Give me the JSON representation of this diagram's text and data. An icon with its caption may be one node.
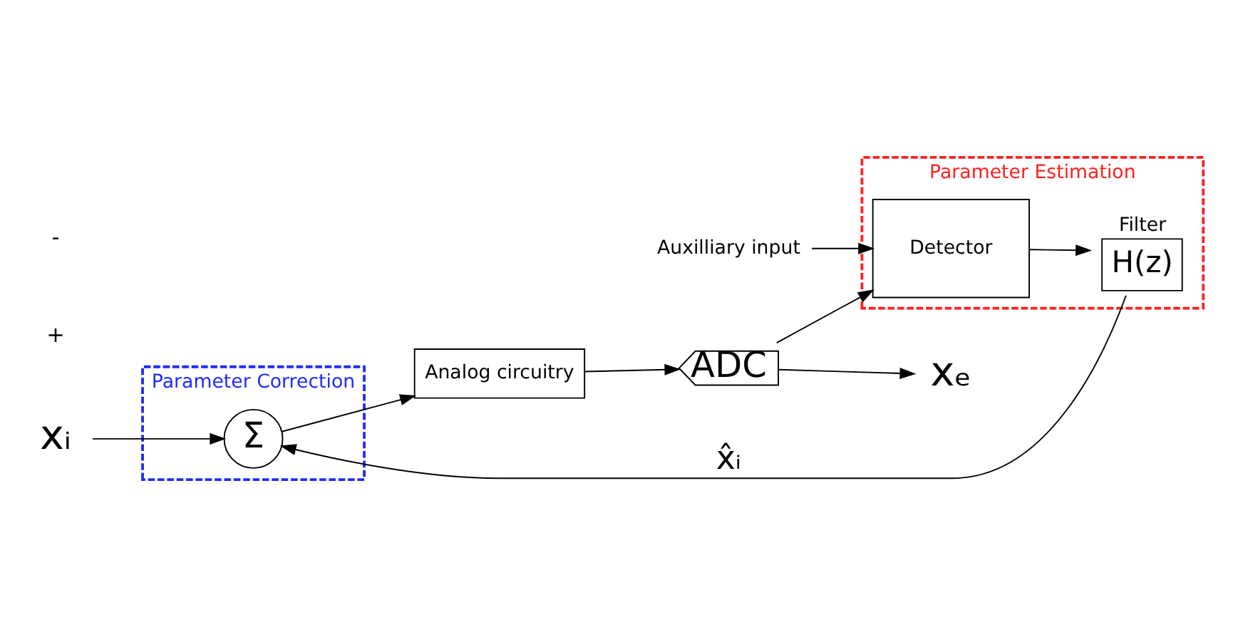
{
  "diagram": {
    "nodes": [
      {
        "text": [
          "Parameter Correction"
        ]
      },
      {
        "text": [
          "Σ"
        ],
        "in": 0
      },
      {
        "text": [
          "Analog circuitry"
        ]
      },
      {
        "text": [
          "ADC"
        ]
      },
      {
        "text": [
          "xᵢ"
        ]
      },
      {
        "text": [
          "xₑ"
        ]
      },
      {
        "text": [
          "Parameter Estimation"
        ]
      },
      {
        "text": [
          "H(z)"
        ],
        "in": 6,
        "beside": [
          "Filter"
        ]
      },
      {
        "text": [
          "Detector"
        ],
        "in": 6
      },
      {
        "text": [
          "Auxilliary input"
        ]
      }
    ],
    "edges": [
      {
        "from": 4,
        "to": 1,
        "arrow": "to"
      },
      {
        "from": 1,
        "to": 2,
        "arrow": "to"
      },
      {
        "from": 2,
        "to": 3,
        "arrow": "to"
      },
      {
        "from": 3,
        "to": 5,
        "arrow": "to"
      },
      {
        "from": 3,
        "to": 8,
        "arrow": "to"
      },
      {
        "from": 8,
        "to": 7,
        "arrow": "to"
      },
      {
        "from": 7,
        "to": 1,
        "arrow": "to",
        "label": "x̂ᵢ"
      },
      {
        "from": 9,
        "to": 8,
        "arrow": "to"
      }
    ],
    "labels": [
      "+",
      "-"
    ]
  }
}
